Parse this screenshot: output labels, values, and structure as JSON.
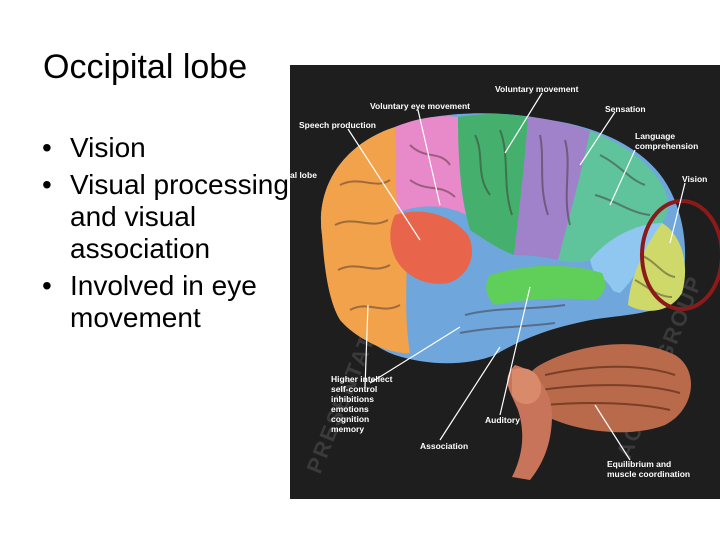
{
  "slide": {
    "title": "Occipital lobe",
    "bullets": [
      "Vision",
      "Visual processing and visual association",
      "Involved in eye movement"
    ]
  },
  "figure": {
    "labels": {
      "voluntary_movement": "Voluntary movement",
      "voluntary_eye_movement": "Voluntary eye movement",
      "sensation": "Sensation",
      "speech_production": "Speech production",
      "language_comprehension": [
        "Language",
        "comprehension"
      ],
      "vision": "Vision",
      "frontal_lobe_fragment": "al lobe",
      "higher_intellect": [
        "Higher intellect",
        "self-control",
        "inhibitions",
        "emotions",
        "cognition",
        "memory"
      ],
      "auditory": "Auditory",
      "association": "Association",
      "equilibrium": [
        "Equilibrium and",
        "muscle coordination"
      ]
    },
    "watermark_left": "PRESENTATION GROUP",
    "watermark_right": "ACTION GROUP",
    "colors": {
      "background": "#1e1e1e",
      "frontal_orange": "#f2a24a",
      "pink": "#e889c9",
      "purple": "#9f82c9",
      "green_motor": "#45b06e",
      "teal": "#5fc39c",
      "blue": "#6fa6dc",
      "light_blue": "#8fc7f0",
      "temporal_green": "#5fcf5a",
      "red_broca": "#e8644a",
      "occipital_yellow": "#cfd96a",
      "cerebellum": "#b86a4a",
      "highlight_circle": "#8b1a1a"
    }
  }
}
